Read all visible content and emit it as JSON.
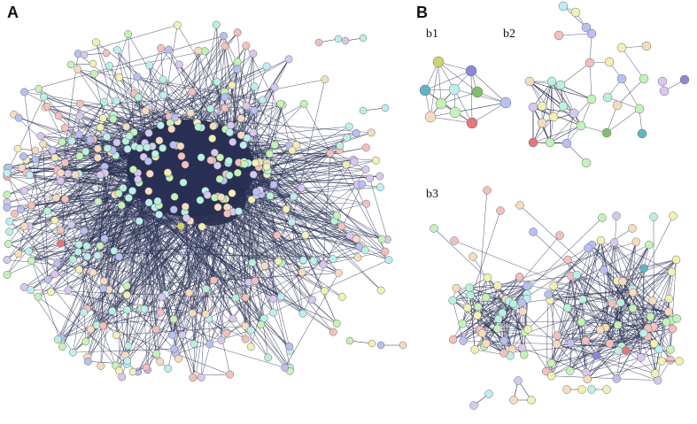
{
  "figure": {
    "panel_A_label": "A",
    "panel_B_label": "B",
    "subpanel_b1_label": "b1",
    "subpanel_b2_label": "b2",
    "subpanel_b3_label": "b3"
  },
  "palette": {
    "edge": "#2b3256",
    "node_stroke": "#6b6b6b",
    "hub_fill": "#151d3d",
    "node_colors": [
      "#b8c0f3",
      "#c4f2b7",
      "#bdeff0",
      "#f6dcbf",
      "#f3f0b5",
      "#f2c0bd",
      "#b9f2dc",
      "#d8c8f0"
    ],
    "accent_colors": [
      "#e5767a",
      "#7fc06f",
      "#63b3c4",
      "#8c88d8",
      "#d0d070"
    ]
  }
}
